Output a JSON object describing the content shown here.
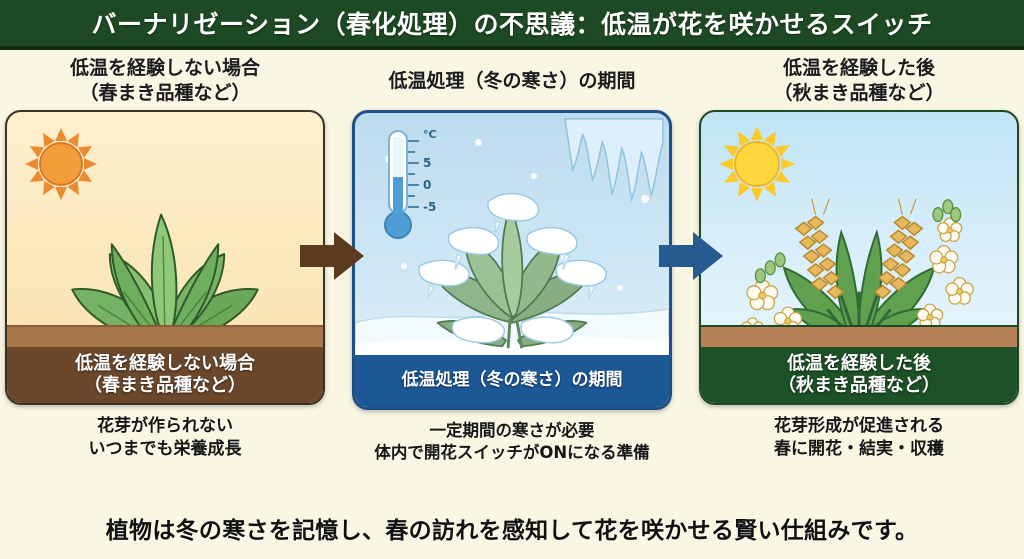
{
  "header": {
    "title": "バーナリゼーション（春化処理）の不思議：低温が花を咲かせるスイッチ"
  },
  "panels": [
    {
      "id": "no-cold",
      "heading_line1": "低温を経験しない場合",
      "heading_line2": "（春まき品種など）",
      "card_caption_line1": "低温を経験しない場合",
      "card_caption_line2": "（春まき品種など）",
      "subcaption_line1": "花芽が作られない",
      "subcaption_line2": "いつまでも栄養成長",
      "sun_icon": "sun-icon",
      "plant_icon": "rosette-plant-icon",
      "colors": {
        "border": "#3c3124",
        "caption_bg": "#6b482c",
        "soil": "#a8764b",
        "sun": "#f29c3a"
      }
    },
    {
      "id": "cold-treatment",
      "heading_line1": "低温処理（冬の寒さ）の期間",
      "heading_line2": "",
      "card_caption_line1": "低温処理（冬の寒さ）の期間",
      "card_caption_line2": "",
      "subcaption_line1": "一定期間の寒さが必要",
      "subcaption_line2": "体内で開花スイッチがONになる準備",
      "thermometer_icon": "thermometer-icon",
      "plant_icon": "snow-covered-plant-icon",
      "thermometer_scale": [
        "°C",
        "5",
        "0",
        "-5"
      ],
      "colors": {
        "border": "#1e4f86",
        "caption_bg": "#1c5896",
        "sky": "#bcdcef"
      }
    },
    {
      "id": "after-cold",
      "heading_line1": "低温を経験した後",
      "heading_line2": "（秋まき品種など）",
      "card_caption_line1": "低温を経験した後",
      "card_caption_line2": "（秋まき品種など）",
      "subcaption_line1": "花芽形成が促進される",
      "subcaption_line2": "春に開花・結実・収穫",
      "sun_icon": "sun-icon",
      "plant_icon": "flowering-wheat-plant-icon",
      "colors": {
        "border": "#1d4a24",
        "caption_bg": "#1d5127",
        "soil": "#b98158",
        "sun": "#ffd63d"
      }
    }
  ],
  "arrows": [
    {
      "name": "arrow-no-cold-to-cold",
      "color": "#5c3b1e",
      "direction": "right"
    },
    {
      "name": "arrow-cold-to-after",
      "color": "#255b91",
      "direction": "right"
    }
  ],
  "footer": {
    "text": "植物は冬の寒さを記憶し、春の訪れを感知して花を咲かせる賢い仕組みです。"
  }
}
